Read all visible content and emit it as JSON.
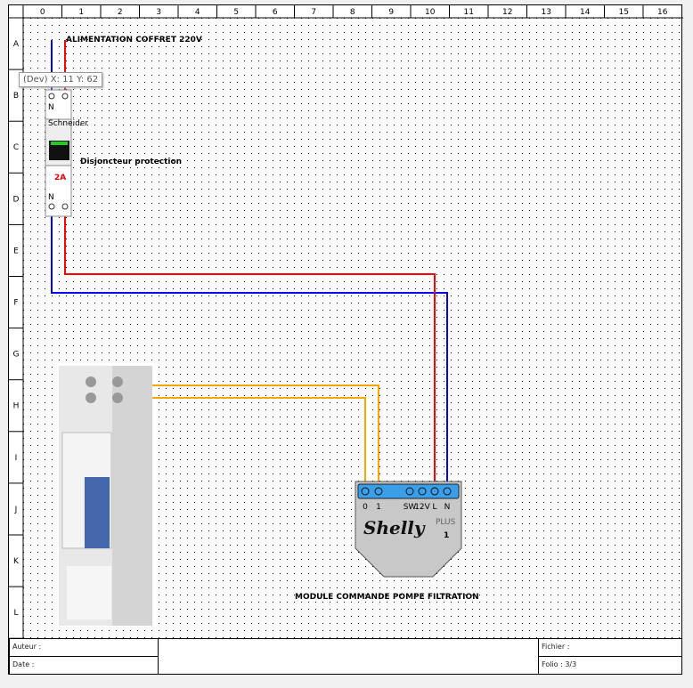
{
  "columns": [
    "0",
    "1",
    "2",
    "3",
    "4",
    "5",
    "6",
    "7",
    "8",
    "9",
    "10",
    "11",
    "12",
    "13",
    "14",
    "15",
    "16"
  ],
  "rows": [
    "A",
    "B",
    "C",
    "D",
    "E",
    "F",
    "G",
    "H",
    "I",
    "J",
    "K",
    "L"
  ],
  "labels": {
    "supply": "ALIMENTATION COFFRET 220V",
    "breaker": "Disjoncteur protection",
    "module": "MODULE COMMANDE POMPE FILTRATION"
  },
  "breaker": {
    "rating": "2A",
    "neutral": "N",
    "brand": "Schneider"
  },
  "shelly": {
    "brand": "Shelly",
    "plus": "PLUS",
    "model": "1",
    "terminals": [
      "0",
      "1",
      "SW",
      "12V",
      "L",
      "N"
    ]
  },
  "tooltip": "(Dev) X: 11 Y: 62",
  "title_block": {
    "author": "Auteur :",
    "date": "Date :",
    "file": "Fichier :",
    "folio": "Folio : 3/3"
  },
  "colors": {
    "neutral": "#0000ff",
    "phase": "#ff0000",
    "control": "#ffa500"
  }
}
